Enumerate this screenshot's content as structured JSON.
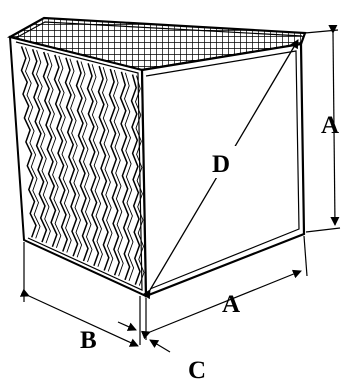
{
  "labels": {
    "a_vertical": "A",
    "a_horizontal": "A",
    "b": "B",
    "c": "C",
    "d": "D"
  },
  "colors": {
    "stroke": "#000000",
    "background": "#ffffff",
    "face": "#ffffff"
  }
}
